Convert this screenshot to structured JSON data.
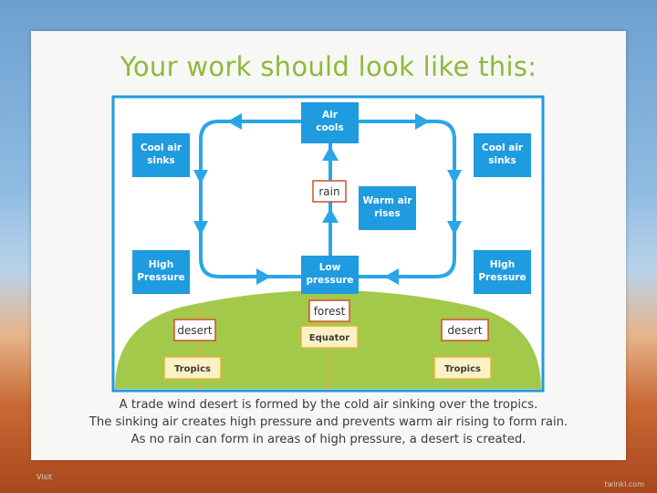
{
  "slide": {
    "title": "Your work should look like this:",
    "caption_lines": [
      "A trade wind desert is formed by the cold air sinking over the tropics.",
      "The sinking air creates high pressure and prevents warm air rising to form rain.",
      "As no rain can form in areas of high pressure, a desert is created."
    ],
    "footer_left": "Visit",
    "footer_right": "twinkl.com"
  },
  "diagram": {
    "boxes": {
      "air_cools": [
        "Air",
        "cools"
      ],
      "cool_left": [
        "Cool air",
        "sinks"
      ],
      "cool_right": [
        "Cool air",
        "sinks"
      ],
      "warm": [
        "Warm air",
        "rises"
      ],
      "high_left": [
        "High",
        "Pressure"
      ],
      "low": [
        "Low",
        "pressure"
      ],
      "high_right": [
        "High",
        "Pressure"
      ]
    },
    "labels": {
      "rain": "rain",
      "forest": "forest",
      "desert_left": "desert",
      "desert_right": "desert"
    },
    "chips": {
      "equator": "Equator",
      "tropics_left": "Tropics",
      "tropics_right": "Tropics"
    },
    "colors": {
      "frame": "#1f9be0",
      "box": "#1f9be0",
      "arrow": "#2aa6e6",
      "ground": "#a3c94b",
      "label_border": "#d0502a",
      "chip_fill": "#fbf1c4",
      "chip_border": "#e6b33a",
      "title": "#8dba3a"
    }
  }
}
